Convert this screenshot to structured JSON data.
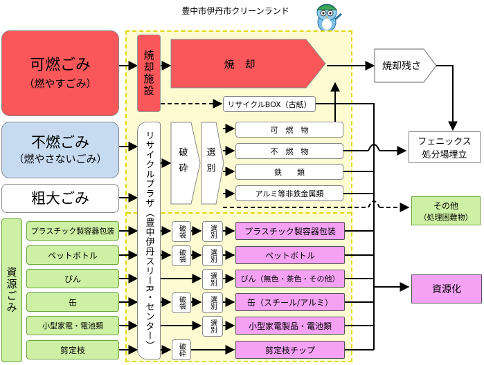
{
  "title": "豊中市伊丹市クリーンランド",
  "sources": {
    "combustible": {
      "line1": "可燃ごみ",
      "line2": "（燃やすごみ）"
    },
    "noncombustible": {
      "line1": "不燃ごみ",
      "line2": "（燃やさないごみ）"
    },
    "bulky": "粗大ごみ",
    "resource_label": "資源ごみ",
    "resource_items": [
      "プラスチック製容器包装",
      "ペットボトル",
      "びん",
      "缶",
      "小型家電・電池類",
      "剪定枝"
    ]
  },
  "incineration": {
    "facility": "焼却施設",
    "process": "焼　却",
    "residue": "焼却残さ",
    "recycle_box": "リサイクルBOX（古紙）"
  },
  "plaza": {
    "name": "リサイクルプラザ（豊中伊丹スリーR・センター）",
    "crush": "破砕",
    "sort": "選別",
    "outputs": [
      "可　燃　物",
      "不　燃　物",
      "鉄　　類",
      "アルミ等非鉄金属類"
    ],
    "bag_break": "破袋",
    "sort_small": "選別",
    "crush_small": "破砕",
    "resource_outputs": [
      "プラスチック製容器包装",
      "ペットボトル",
      "びん（無色・茶色・その他）",
      "缶（スチール/アルミ）",
      "小型家電製品・電池類",
      "剪定枝チップ"
    ]
  },
  "destinations": {
    "phoenix": {
      "line1": "フェニックス",
      "line2": "処分場埋立"
    },
    "other": {
      "line1": "その他",
      "line2": "（処理困難物）"
    },
    "resource": "資源化"
  },
  "colors": {
    "red": "#f9575a",
    "blue": "#c6daf0",
    "green": "#cdf0a4",
    "pink": "#f5a2f5",
    "plaza_bg": "#fdfbd2",
    "dash": "#e2d900"
  },
  "mascot_icon": "mascot-character-icon"
}
